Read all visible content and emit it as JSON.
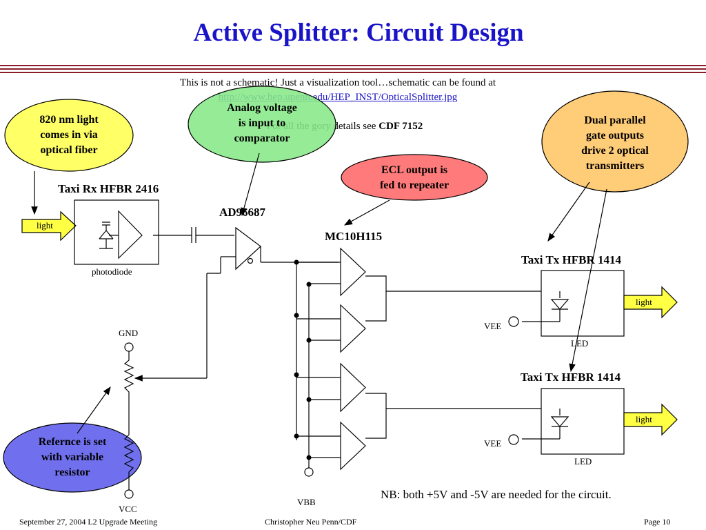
{
  "slide": {
    "title": "Active Splitter: Circuit Design",
    "note_line1": "This is not a schematic!  Just a visualization tool…schematic can be found at",
    "note_link": "http://www.hep.upenn.edu/HEP_INST/OpticalSplitter.jpg",
    "note_line3_prefix": "For all the gory details see ",
    "note_line3_ref": "CDF 7152",
    "nb": "NB: both +5V and -5V are needed for the circuit."
  },
  "bubbles": {
    "fiber": {
      "line1": "820 nm light",
      "line2": "comes in via",
      "line3": "optical fiber",
      "color": "#ffff66"
    },
    "analog": {
      "line1": "Analog voltage",
      "line2": "is input to",
      "line3": "comparator",
      "color": "#88e888"
    },
    "ecl": {
      "line1": "ECL output is",
      "line2": "fed to repeater",
      "color": "#ff7b7b"
    },
    "dual": {
      "line1": "Dual parallel",
      "line2": "gate outputs",
      "line3": "drive 2 optical",
      "line4": "transmitters",
      "color": "#ffcc77"
    },
    "ref": {
      "line1": "Refernce is set",
      "line2": "with variable",
      "line3": "resistor",
      "color": "#7070ee"
    }
  },
  "parts": {
    "rx": "Taxi Rx HFBR 2416",
    "comparator": "AD96687",
    "repeater": "MC10H115",
    "tx1": "Taxi Tx HFBR 1414",
    "tx2": "Taxi Tx HFBR 1414"
  },
  "labels": {
    "light_in": "light",
    "light_out1": "light",
    "light_out2": "light",
    "photodiode": "photodiode",
    "gnd": "GND",
    "vcc": "VCC",
    "vbb": "VBB",
    "vee1": "VEE",
    "vee2": "VEE",
    "led1": "LED",
    "led2": "LED"
  },
  "footer": {
    "left": "September 27, 2004  L2 Upgrade Meeting",
    "center": "Christopher Neu  Penn/CDF",
    "right": "Page 10"
  },
  "colors": {
    "title": "#1a14c8",
    "rule": "#8b1c2c",
    "arrow_fill": "#ffff44",
    "link": "#1a14c8"
  }
}
